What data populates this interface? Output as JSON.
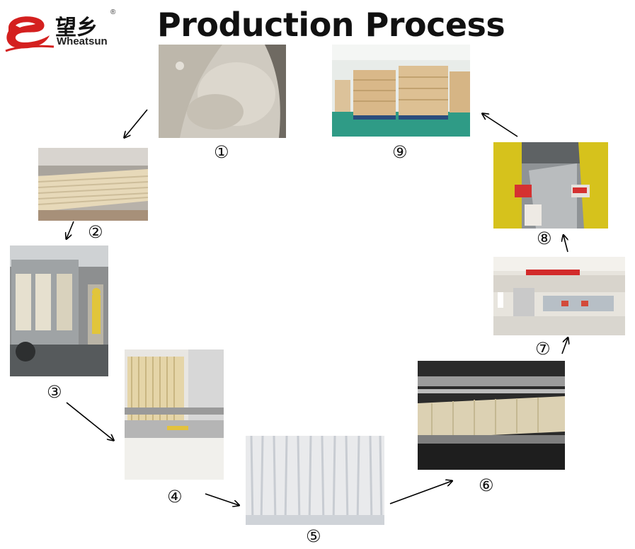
{
  "header": {
    "title": "Production Process",
    "brand_cn": "望乡",
    "brand_en": "Wheatsun",
    "registered": "®"
  },
  "steps": [
    {
      "label": "①",
      "photo": "flour-mixing-photo"
    },
    {
      "label": "②",
      "photo": "dough-sheets-photo"
    },
    {
      "label": "③",
      "photo": "drying-room-photo"
    },
    {
      "label": "④",
      "photo": "noodle-hanging-machine-photo"
    },
    {
      "label": "⑤",
      "photo": "hanging-noodles-photo"
    },
    {
      "label": "⑥",
      "photo": "cutting-machine-photo"
    },
    {
      "label": "⑦",
      "photo": "packing-workshop-photo"
    },
    {
      "label": "⑧",
      "photo": "manual-packing-photo"
    },
    {
      "label": "⑨",
      "photo": "warehouse-cartons-photo"
    }
  ],
  "colors": {
    "logo_red": "#d4201f",
    "arrow": "#000000"
  }
}
